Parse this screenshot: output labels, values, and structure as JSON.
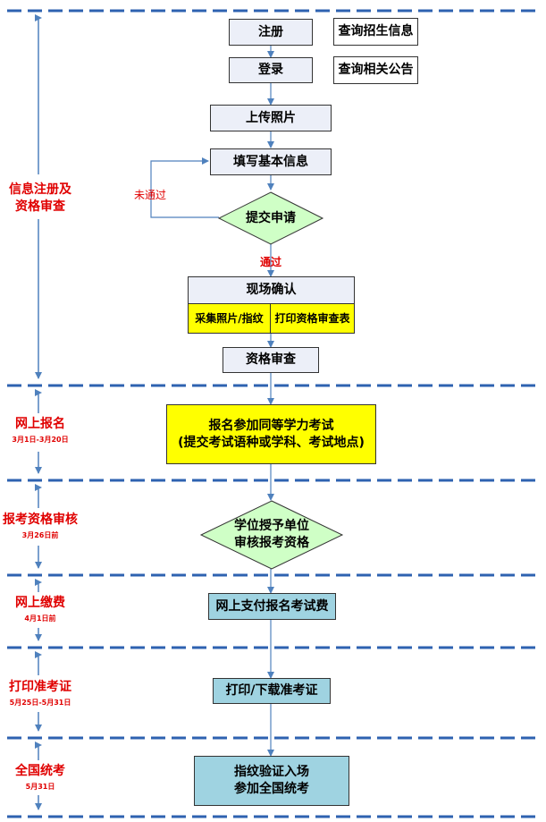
{
  "stages": [
    {
      "name": "信息注册及\n资格审查",
      "date": ""
    },
    {
      "name": "网上报名",
      "date": "3月1日-3月20日"
    },
    {
      "name": "报考资格审核",
      "date": "3月26日前"
    },
    {
      "name": "网上缴费",
      "date": "4月1日前"
    },
    {
      "name": "打印准考证",
      "date": "5月25日-5月31日"
    },
    {
      "name": "全国统考",
      "date": "5月31日"
    }
  ],
  "nodes": {
    "register": "注册",
    "query_admissions": "查询招生信息",
    "login": "登录",
    "query_notices": "查询相关公告",
    "upload_photo": "上传照片",
    "fill_info": "填写基本信息",
    "submit": "提交申请",
    "onsite_confirm": "现场确认",
    "collect": "采集照片/指纹",
    "print_review": "打印资格审查表",
    "qualification_review": "资格审查",
    "apply_exam": "报名参加同等学力考试\n(提交考试语种或学科、考试地点)",
    "university_review": "学位授予单位\n审核报考资格",
    "pay_online": "网上支付报名考试费",
    "print_ticket": "打印/下载准考证",
    "exam": "指纹验证入场\n参加全国统考"
  },
  "edge_labels": {
    "not_passed": "未通过",
    "passed": "通过"
  },
  "colors": {
    "stage_text": "#e00000",
    "divider": "#2e62b0",
    "timeline": "#4f81bd",
    "arrow": "#4f81bd",
    "box_fill": "#eceff8",
    "highlight": "#ffff00",
    "diamond_fill": "#cfffc6",
    "teal_fill": "#9fd3e1"
  }
}
